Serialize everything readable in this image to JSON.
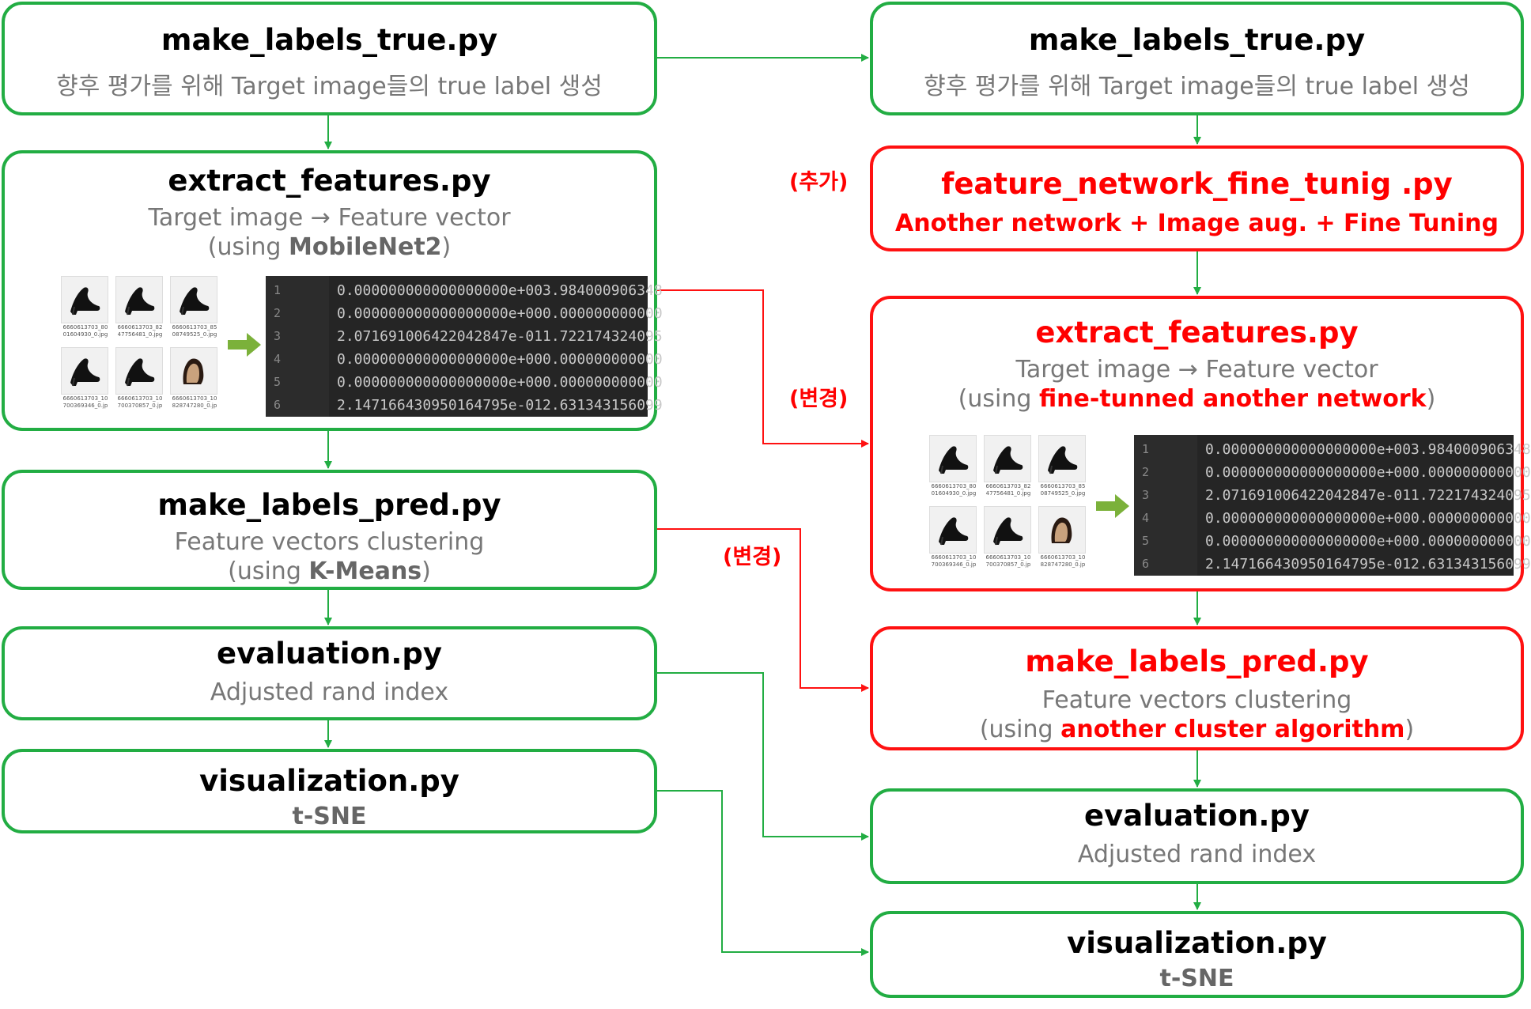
{
  "colors": {
    "green": "#22ad43",
    "red": "#ff1111",
    "tag_red": "#ff0000"
  },
  "left": {
    "make_true": {
      "title": "make_labels_true.py",
      "desc": "향후 평가를 위해 Target image들의 true label 생성"
    },
    "extract": {
      "title": "extract_features.py",
      "desc": "Target image → Feature vector",
      "using_prefix": "(using ",
      "using_name": "MobileNet2",
      "using_suffix": ")"
    },
    "make_pred": {
      "title": "make_labels_pred.py",
      "desc": "Feature vectors clustering",
      "using_prefix": "(using ",
      "using_name": "K-Means",
      "using_suffix": ")"
    },
    "evaluation": {
      "title": "evaluation.py",
      "desc": "Adjusted rand index"
    },
    "visualization": {
      "title": "visualization.py",
      "desc": "t-SNE"
    }
  },
  "right": {
    "make_true": {
      "title": "make_labels_true.py",
      "desc": "향후 평가를 위해 Target image들의 true label 생성"
    },
    "fine_tune": {
      "title": "feature_network_fine_tunig .py",
      "desc": "Another network + Image aug. + Fine Tuning"
    },
    "extract": {
      "title": "extract_features.py",
      "desc": "Target image → Feature vector",
      "using_prefix": "(using ",
      "using_name": "fine-tunned another network",
      "using_suffix": ")"
    },
    "make_pred": {
      "title": "make_labels_pred.py",
      "desc": "Feature vectors clustering",
      "using_prefix": "(using ",
      "using_name": "another cluster algorithm",
      "using_suffix": ")"
    },
    "evaluation": {
      "title": "evaluation.py",
      "desc": "Adjusted rand index"
    },
    "visualization": {
      "title": "visualization.py",
      "desc": "t-SNE"
    }
  },
  "tags": {
    "added": "(추가)",
    "changed_extract": "(변경)",
    "changed_pred": "(변경)"
  },
  "thumbnails": [
    {
      "icon": "black-heel-shoe-icon",
      "line1": "6660613703_80",
      "line2": "01604930_0.jpg"
    },
    {
      "icon": "black-heel-shoe-icon",
      "line1": "6660613703_82",
      "line2": "47756481_0.jpg"
    },
    {
      "icon": "black-heel-shoe-icon",
      "line1": "6660613703_85",
      "line2": "08749525_0.jpg"
    },
    {
      "icon": "black-heel-shoe-icon",
      "line1": "6660613703_10",
      "line2": "700369346_0.jp"
    },
    {
      "icon": "black-heel-shoe-icon",
      "line1": "6660613703_10",
      "line2": "700370857_0.jp"
    },
    {
      "icon": "brown-heel-shoe-icon",
      "line1": "6660613703_10",
      "line2": "828747280_0.jp"
    }
  ],
  "feature_table": [
    {
      "n": "1",
      "a": "0.000000000000000000e+00",
      "b": "3.984000906348"
    },
    {
      "n": "2",
      "a": "0.000000000000000000e+00",
      "b": "0.000000000000"
    },
    {
      "n": "3",
      "a": "2.071691006422042847e-01",
      "b": "1.722174324095"
    },
    {
      "n": "4",
      "a": "0.000000000000000000e+00",
      "b": "0.000000000000"
    },
    {
      "n": "5",
      "a": "0.000000000000000000e+00",
      "b": "0.000000000000"
    },
    {
      "n": "6",
      "a": "2.147166430950164795e-01",
      "b": "2.631343156099"
    }
  ]
}
